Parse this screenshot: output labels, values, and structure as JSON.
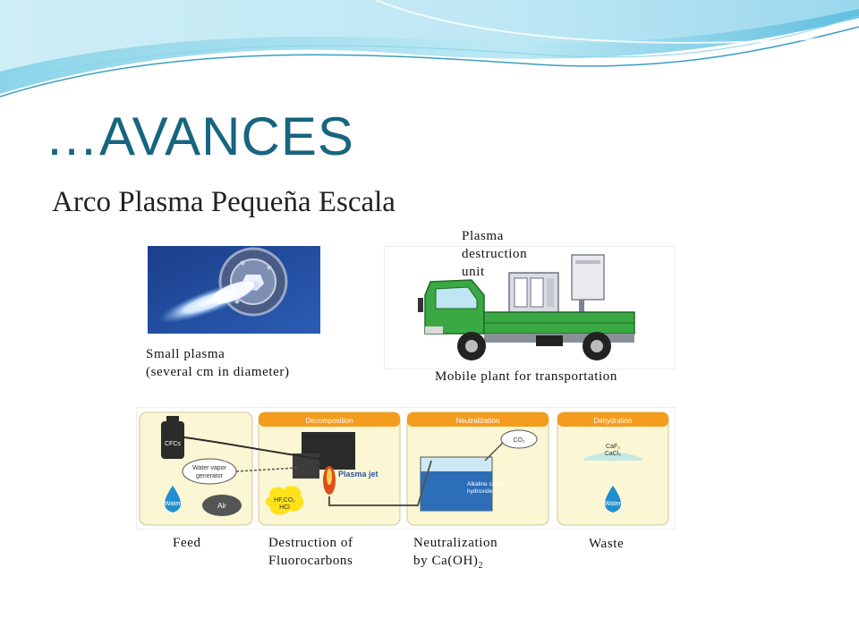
{
  "slide": {
    "title": "…AVANCES",
    "subtitle": "Arco Plasma Pequeña Escala"
  },
  "photo_small_plasma": {
    "caption_line1": "Small plasma",
    "caption_line2": "(several cm in diameter)"
  },
  "truck_figure": {
    "label_line1": "Plasma",
    "label_line2": "destruction",
    "label_line3": "unit",
    "caption": "Mobile plant for transportation"
  },
  "process_diagram": {
    "panels": {
      "decomposition": "Decomposition",
      "neutralization": "Neutralization",
      "dehydration": "Dehydration"
    },
    "labels": {
      "cfcs": "CFCs",
      "water_vapor_1": "Water vapor",
      "water_vapor_2": "generator",
      "water": "Water",
      "air": "Air",
      "plasma_jet": "Plasma jet",
      "gas_1": "HF,CO₂",
      "gas_2": "HCl",
      "co2": "CO₂",
      "alkaline_1": "Alkaline calcium",
      "alkaline_2": "hydroxide",
      "caf2": "CaF₂",
      "cacl2": "CaCl₂",
      "water_2": "Water"
    },
    "captions": {
      "feed": "Feed",
      "destruction_1": "Destruction of",
      "destruction_2": "Fluorocarbons",
      "neutralization_1": "Neutralization",
      "neutralization_2": "by Ca(OH)",
      "neutralization_sub": "2",
      "waste": "Waste"
    }
  },
  "colors": {
    "title": "#17657f",
    "truck_green": "#3aa843",
    "panel_header": "#f39c1e",
    "panel_bg": "#fbf6d3"
  }
}
